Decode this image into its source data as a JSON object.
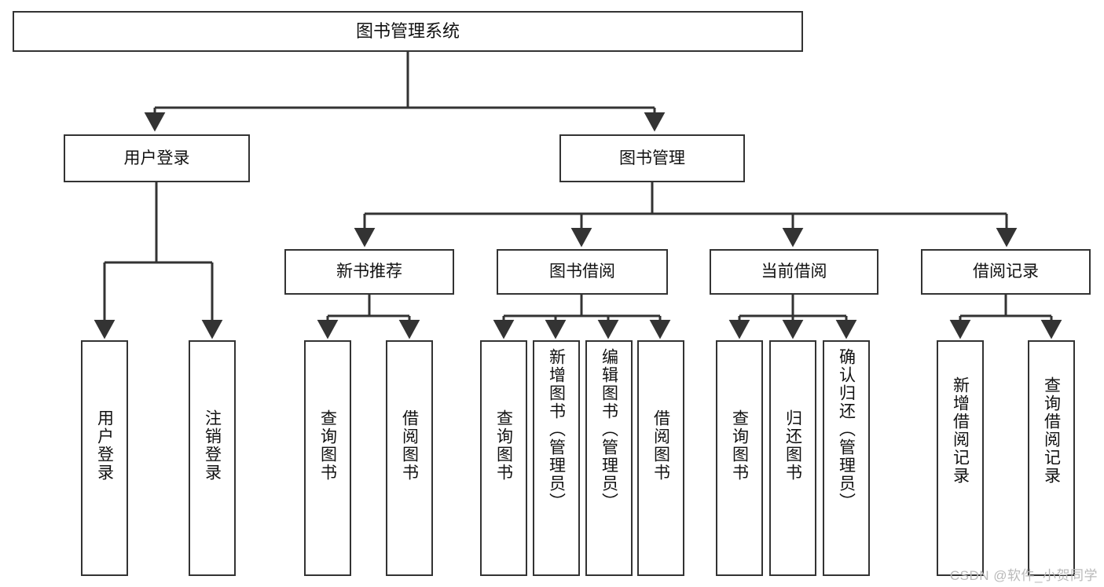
{
  "diagram": {
    "title": "图书管理系统",
    "type": "hierarchy-tree",
    "colors": {
      "box_border": "#333333",
      "box_fill": "#ffffff",
      "connector": "#333333",
      "text": "#111111",
      "watermark": "#b9b9b9"
    },
    "root": {
      "id": "root",
      "label": "图书管理系统"
    },
    "level2": [
      {
        "id": "user-login",
        "label": "用户登录"
      },
      {
        "id": "book-manage",
        "label": "图书管理"
      }
    ],
    "level3": [
      {
        "id": "new-book-rec",
        "label": "新书推荐"
      },
      {
        "id": "book-borrow",
        "label": "图书借阅"
      },
      {
        "id": "current-borrow",
        "label": "当前借阅"
      },
      {
        "id": "borrow-record",
        "label": "借阅记录"
      }
    ],
    "leaves": {
      "user_login": [
        {
          "id": "leaf-user-login",
          "label": "用户登录"
        },
        {
          "id": "leaf-logout-login",
          "label": "注销登录"
        }
      ],
      "new_book_rec": [
        {
          "id": "leaf-query-book-1",
          "label": "查询图书"
        },
        {
          "id": "leaf-borrow-book-1",
          "label": "借阅图书"
        }
      ],
      "book_borrow": [
        {
          "id": "leaf-query-book-2",
          "label": "查询图书"
        },
        {
          "id": "leaf-add-book",
          "label": "新增图书（管理员）"
        },
        {
          "id": "leaf-edit-book",
          "label": "编辑图书（管理员）"
        },
        {
          "id": "leaf-borrow-book-2",
          "label": "借阅图书"
        }
      ],
      "current_borrow": [
        {
          "id": "leaf-query-book-3",
          "label": "查询图书"
        },
        {
          "id": "leaf-return-book",
          "label": "归还图书"
        },
        {
          "id": "leaf-confirm-return",
          "label": "确认归还（管理员）"
        }
      ],
      "borrow_record": [
        {
          "id": "leaf-add-record",
          "label": "新增借阅记录"
        },
        {
          "id": "leaf-query-record",
          "label": "查询借阅记录"
        }
      ]
    },
    "watermark": "CSDN @软件_小贺同学"
  }
}
